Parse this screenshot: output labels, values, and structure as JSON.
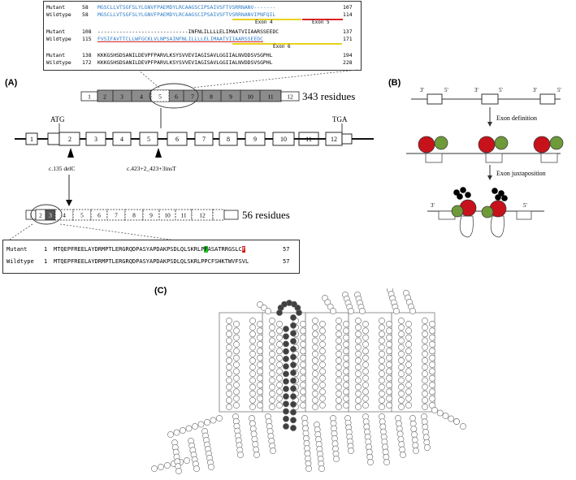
{
  "panels": {
    "a": "(A)",
    "b": "(B)",
    "c": "(C)"
  },
  "alignment_top": {
    "rows": [
      {
        "name": "Mutant",
        "start": "58",
        "seq": "MGSCLLVTSGFSLYLGNVFPAEMDYLRCAAGSCIPSAIVSFTVSRRNANV-------",
        "end": "107"
      },
      {
        "name": "Wildtype",
        "start": "58",
        "seq": "MGSCLLVTSGFSLYLGNVFPAEMDYLRCAAGSCIPSAIVSFTVSRRNANVIPNFQIL",
        "end": "114"
      },
      {
        "name": "Mutant",
        "start": "108",
        "seq": "-----------------------------INFNLILLLLELIMAATVIIAARSSEEDC",
        "end": "137"
      },
      {
        "name": "Wildtype",
        "start": "115",
        "seq": "FVSIFAVTTCLLWFGCKLVLNPSAINFNLILLLLELIMAATVIIAARSSEEDC",
        "end": "171"
      },
      {
        "name": "Mutant",
        "start": "138",
        "seq": "KKKGSHSDSANILDEVPFPARVLKSYSVVEVIAGISAVLGGIIALNVDDSVSGPHL",
        "end": "194"
      },
      {
        "name": "Wildtype",
        "start": "172",
        "seq": "KKKGSHSDSANILDEVPFPARVLKSYSVVEVIAGISAVLGGIIALNVDDSVSGPHL",
        "end": "228"
      }
    ],
    "exon4": "Exon 4",
    "exon5": "Exon 5",
    "exon6": "Exon 6"
  },
  "protein_top": {
    "exons": [
      "1",
      "2",
      "3",
      "4",
      "5",
      "6",
      "7",
      "8",
      "9",
      "10",
      "11",
      "12"
    ],
    "residues": "343 residues"
  },
  "gene": {
    "exons": [
      "1",
      "2",
      "3",
      "4",
      "5",
      "6",
      "7",
      "8",
      "9",
      "10",
      "11",
      "12"
    ],
    "atg": "ATG",
    "tga": "TGA",
    "mut1": "c.135 delC",
    "mut2": "c.423+2_423+3insT"
  },
  "protein_bottom": {
    "exons": [
      "1",
      "2",
      "3",
      "4",
      "5",
      "6",
      "7",
      "8",
      "9",
      "10",
      "11",
      "12"
    ],
    "residues": "56 residues"
  },
  "alignment_bottom": {
    "rows": [
      {
        "name": "Mutant",
        "start": "1",
        "seq_a": "MTQEPFREELAYDRMPTLERGRQDPASYAPDAKPSDLQLSKRLP",
        "hl1": "F",
        "seq_b": "ASATRRGSLC",
        "hl2": "F",
        "end": "57"
      },
      {
        "name": "Wildtype",
        "start": "1",
        "seq": "MTQEPFREELAYDRMPTLERGRQDPASYAPDAKPSDLQLSKRLPPCFSHKTWVFSVL",
        "end": "57"
      }
    ]
  },
  "panel_b": {
    "ends": [
      "3'",
      "5'",
      "3'",
      "5'",
      "3'",
      "5'"
    ],
    "step1": "Exon definition",
    "step2": "Exon juxtaposition",
    "j3": "3'",
    "j5": "5'"
  },
  "colors": {
    "red": "#c8121b",
    "green": "#6e9a3a",
    "grey_exon": "#8c8c8c",
    "dark_bead": "#404040"
  }
}
